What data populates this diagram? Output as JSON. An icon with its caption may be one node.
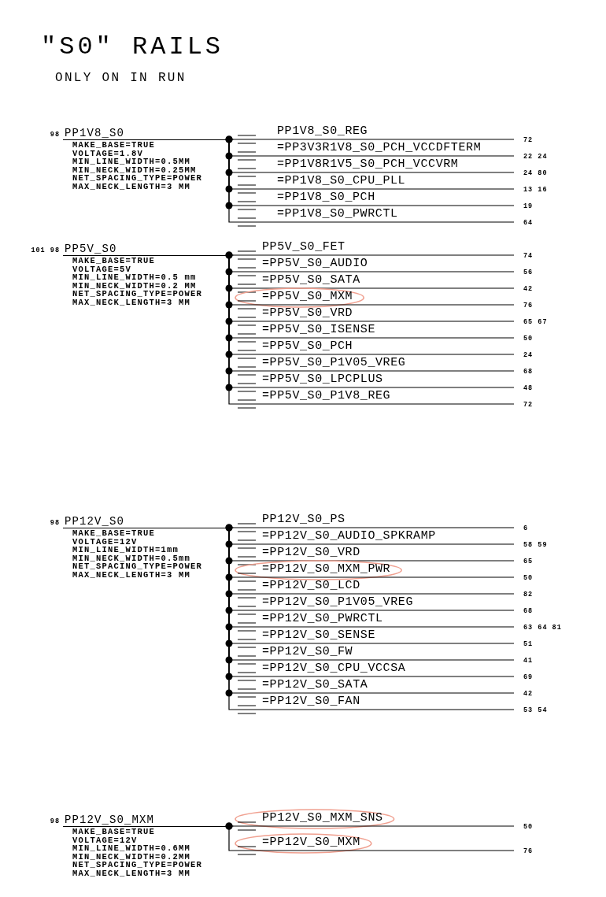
{
  "diagram": {
    "title": "\"S0\" RAILS",
    "nodes": [
      {
        "text": [
          "PP1V8_S0",
          "MAKE_BASE=TRUE",
          "VOLTAGE=1.8V",
          "MIN_LINE_WIDTH=0.5MM",
          "MIN_NECK_WIDTH=0.25MM",
          "NET_SPACING_TYPE=POWER",
          "MAX_NECK_LENGTH=3 MM"
        ],
        "beside": [
          "98"
        ]
      },
      {
        "text": [
          "PP1V8_S0_REG"
        ],
        "beside": [
          "72"
        ]
      },
      {
        "text": [
          "=PP3V3R1V8_S0_PCH_VCCDFTERM"
        ],
        "beside": [
          "22 24"
        ]
      },
      {
        "text": [
          "=PP1V8R1V5_S0_PCH_VCCVRM"
        ],
        "beside": [
          "24 80"
        ]
      },
      {
        "text": [
          "=PP1V8_S0_CPU_PLL"
        ],
        "beside": [
          "13 16"
        ]
      },
      {
        "text": [
          "=PP1V8_S0_PCH"
        ],
        "beside": [
          "19"
        ]
      },
      {
        "text": [
          "=PP1V8_S0_PWRCTL"
        ],
        "beside": [
          "64"
        ]
      },
      {
        "text": [
          "PP5V_S0",
          "MAKE_BASE=TRUE",
          "VOLTAGE=5V",
          "MIN_LINE_WIDTH=0.5 mm",
          "MIN_NECK_WIDTH=0.2 MM",
          "NET_SPACING_TYPE=POWER",
          "MAX_NECK_LENGTH=3 MM"
        ],
        "beside": [
          "101 98"
        ]
      },
      {
        "text": [
          "PP5V_S0_FET"
        ],
        "beside": [
          "74"
        ]
      },
      {
        "text": [
          "=PP5V_S0_AUDIO"
        ],
        "beside": [
          "56"
        ]
      },
      {
        "text": [
          "=PP5V_S0_SATA"
        ],
        "beside": [
          "42"
        ]
      },
      {
        "text": [
          "=PP5V_S0_MXM"
        ],
        "beside": [
          "76"
        ]
      },
      {
        "text": [
          "=PP5V_S0_VRD"
        ],
        "beside": [
          "65 67"
        ]
      },
      {
        "text": [
          "=PP5V_S0_ISENSE"
        ],
        "beside": [
          "50"
        ]
      },
      {
        "text": [
          "=PP5V_S0_PCH"
        ],
        "beside": [
          "24"
        ]
      },
      {
        "text": [
          "=PP5V_S0_P1V05_VREG"
        ],
        "beside": [
          "68"
        ]
      },
      {
        "text": [
          "=PP5V_S0_LPCPLUS"
        ],
        "beside": [
          "48"
        ]
      },
      {
        "text": [
          "=PP5V_S0_P1V8_REG"
        ],
        "beside": [
          "72"
        ]
      },
      {
        "text": [
          "PP12V_S0",
          "MAKE_BASE=TRUE",
          "VOLTAGE=12V",
          "MIN_LINE_WIDTH=1mm",
          "MIN_NECK_WIDTH=0.5mm",
          "NET_SPACING_TYPE=POWER",
          "MAX_NECK_LENGTH=3 MM"
        ],
        "beside": [
          "98"
        ]
      },
      {
        "text": [
          "PP12V_S0_PS"
        ],
        "beside": [
          "6"
        ]
      },
      {
        "text": [
          "=PP12V_S0_AUDIO_SPKRAMP"
        ],
        "beside": [
          "58 59"
        ]
      },
      {
        "text": [
          "=PP12V_S0_VRD"
        ],
        "beside": [
          "65"
        ]
      },
      {
        "text": [
          "=PP12V_S0_MXM_PWR"
        ],
        "beside": [
          "50"
        ]
      },
      {
        "text": [
          "=PP12V_S0_LCD"
        ],
        "beside": [
          "82"
        ]
      },
      {
        "text": [
          "=PP12V_S0_P1V05_VREG"
        ],
        "beside": [
          "68"
        ]
      },
      {
        "text": [
          "=PP12V_S0_PWRCTL"
        ],
        "beside": [
          "63 64 81"
        ]
      },
      {
        "text": [
          "=PP12V_S0_SENSE"
        ],
        "beside": [
          "51"
        ]
      },
      {
        "text": [
          "=PP12V_S0_FW"
        ],
        "beside": [
          "41"
        ]
      },
      {
        "text": [
          "=PP12V_S0_CPU_VCCSA"
        ],
        "beside": [
          "69"
        ]
      },
      {
        "text": [
          "=PP12V_S0_SATA"
        ],
        "beside": [
          "42"
        ]
      },
      {
        "text": [
          "=PP12V_S0_FAN"
        ],
        "beside": [
          "53 54"
        ]
      },
      {
        "text": [
          "PP12V_S0_MXM",
          "MAKE_BASE=TRUE",
          "VOLTAGE=12V",
          "MIN_LINE_WIDTH=0.6MM",
          "MIN_NECK_WIDTH=0.2MM",
          "NET_SPACING_TYPE=POWER",
          "MAX_NECK_LENGTH=3 MM"
        ],
        "beside": [
          "98"
        ]
      },
      {
        "text": [
          "PP12V_S0_MXM_SNS"
        ],
        "beside": [
          "50"
        ]
      },
      {
        "text": [
          "=PP12V_S0_MXM"
        ],
        "beside": [
          "76"
        ]
      }
    ],
    "edges": [
      {
        "from": 0,
        "to": 1,
        "arrow": "other"
      },
      {
        "from": 0,
        "to": 2,
        "arrow": "other"
      },
      {
        "from": 0,
        "to": 3,
        "arrow": "other"
      },
      {
        "from": 0,
        "to": 4,
        "arrow": "other"
      },
      {
        "from": 0,
        "to": 5,
        "arrow": "other"
      },
      {
        "from": 0,
        "to": 6,
        "arrow": "other"
      },
      {
        "from": 7,
        "to": 8,
        "arrow": "other"
      },
      {
        "from": 7,
        "to": 9,
        "arrow": "other"
      },
      {
        "from": 7,
        "to": 10,
        "arrow": "other"
      },
      {
        "from": 7,
        "to": 11,
        "arrow": "other"
      },
      {
        "from": 7,
        "to": 12,
        "arrow": "other"
      },
      {
        "from": 7,
        "to": 13,
        "arrow": "other"
      },
      {
        "from": 7,
        "to": 14,
        "arrow": "other"
      },
      {
        "from": 7,
        "to": 15,
        "arrow": "other"
      },
      {
        "from": 7,
        "to": 16,
        "arrow": "other"
      },
      {
        "from": 7,
        "to": 17,
        "arrow": "other"
      },
      {
        "from": 18,
        "to": 19,
        "arrow": "other"
      },
      {
        "from": 18,
        "to": 20,
        "arrow": "other"
      },
      {
        "from": 18,
        "to": 21,
        "arrow": "other"
      },
      {
        "from": 18,
        "to": 22,
        "arrow": "other"
      },
      {
        "from": 18,
        "to": 23,
        "arrow": "other"
      },
      {
        "from": 18,
        "to": 24,
        "arrow": "other"
      },
      {
        "from": 18,
        "to": 25,
        "arrow": "other"
      },
      {
        "from": 18,
        "to": 26,
        "arrow": "other"
      },
      {
        "from": 18,
        "to": 27,
        "arrow": "other"
      },
      {
        "from": 18,
        "to": 28,
        "arrow": "other"
      },
      {
        "from": 18,
        "to": 29,
        "arrow": "other"
      },
      {
        "from": 18,
        "to": 30,
        "arrow": "other"
      },
      {
        "from": 31,
        "to": 32,
        "arrow": "other"
      },
      {
        "from": 31,
        "to": 33,
        "arrow": "other"
      }
    ],
    "labels": [
      "ONLY ON IN RUN"
    ]
  }
}
